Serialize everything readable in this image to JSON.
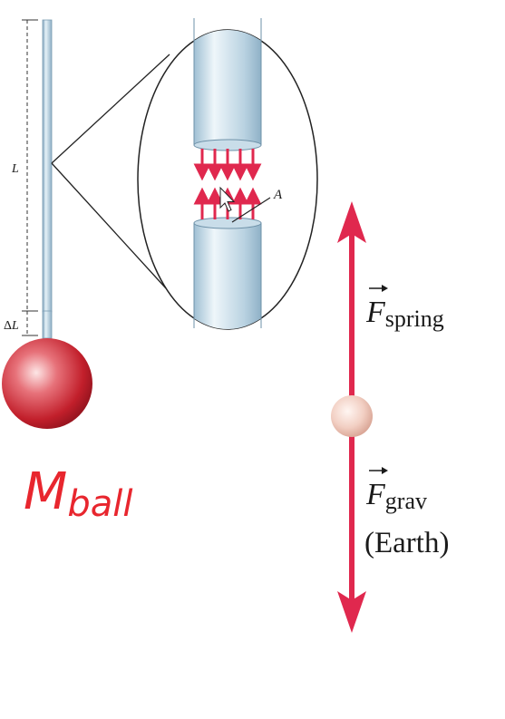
{
  "labels": {
    "length": "L",
    "delta": "Δ",
    "delta_length": "L",
    "area": "A",
    "f_spring_symbol": "F",
    "f_spring_sub": "spring",
    "f_grav_symbol": "F",
    "f_grav_sub": "grav",
    "f_grav_source": "(Earth)",
    "mass_symbol": "M",
    "mass_sub": "ball"
  },
  "colors": {
    "arrow": "#e0284e",
    "wire": "#a9c6d8",
    "ball": "#d8323c",
    "handwriting": "#e8262e",
    "text": "#1a1a1a"
  }
}
